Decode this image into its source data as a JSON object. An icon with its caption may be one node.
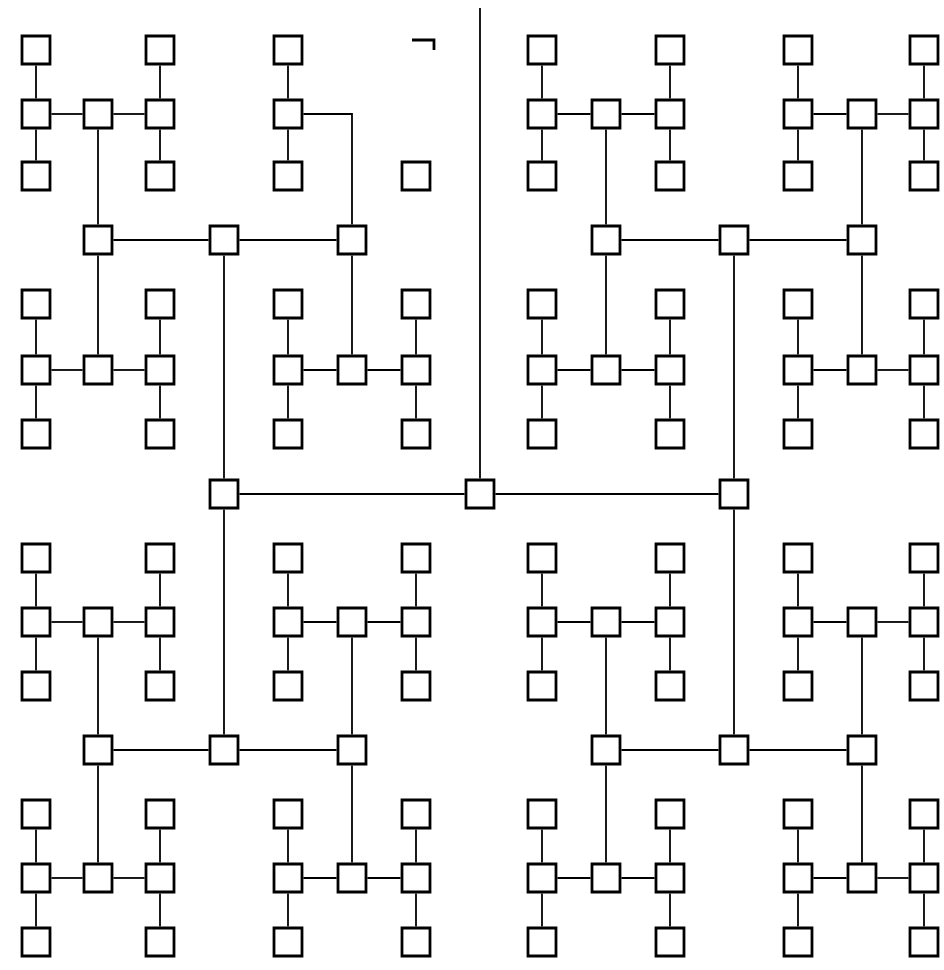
{
  "diagram": {
    "nodes": [
      {
        "text": [],
        "shape": "box"
      },
      {
        "text": [],
        "shape": "box"
      },
      {
        "text": [],
        "shape": "box"
      },
      {
        "text": [],
        "shape": "box"
      },
      {
        "text": [],
        "shape": "box"
      },
      {
        "text": [],
        "shape": "box"
      },
      {
        "text": [],
        "shape": "box"
      },
      {
        "text": [],
        "shape": "box"
      },
      {
        "text": [],
        "shape": "box"
      },
      {
        "text": [],
        "shape": "box"
      },
      {
        "text": [],
        "shape": "box"
      },
      {
        "text": [],
        "shape": "box"
      },
      {
        "text": [],
        "shape": "box"
      },
      {
        "text": [],
        "shape": "box"
      },
      {
        "text": [],
        "shape": "box"
      },
      {
        "text": [],
        "shape": "box"
      },
      {
        "text": [],
        "shape": "box"
      },
      {
        "text": [],
        "shape": "box"
      },
      {
        "text": [],
        "shape": "box"
      },
      {
        "text": [],
        "shape": "box"
      },
      {
        "text": [],
        "shape": "box"
      },
      {
        "text": [],
        "shape": "box"
      },
      {
        "text": [],
        "shape": "box"
      },
      {
        "text": [],
        "shape": "box"
      },
      {
        "text": [],
        "shape": "box"
      },
      {
        "text": [],
        "shape": "box"
      },
      {
        "text": [],
        "shape": "box"
      },
      {
        "text": [],
        "shape": "box"
      },
      {
        "text": [],
        "shape": "box"
      },
      {
        "text": [],
        "shape": "box"
      },
      {
        "text": [],
        "shape": "box"
      },
      {
        "text": [],
        "shape": "box"
      },
      {
        "text": [],
        "shape": "box"
      },
      {
        "text": [],
        "shape": "box"
      },
      {
        "text": [],
        "shape": "box"
      },
      {
        "text": [],
        "shape": "box"
      },
      {
        "text": [],
        "shape": "box"
      },
      {
        "text": [],
        "shape": "box"
      },
      {
        "text": [],
        "shape": "box"
      },
      {
        "text": [],
        "shape": "box"
      },
      {
        "text": [],
        "shape": "box"
      },
      {
        "text": [],
        "shape": "box"
      },
      {
        "text": [],
        "shape": "box"
      },
      {
        "text": [],
        "shape": "box"
      },
      {
        "text": [],
        "shape": "box"
      },
      {
        "text": [],
        "shape": "box"
      },
      {
        "text": [],
        "shape": "box"
      },
      {
        "text": [],
        "shape": "box"
      },
      {
        "text": [],
        "shape": "box"
      },
      {
        "text": [],
        "shape": "box"
      },
      {
        "text": [],
        "shape": "box"
      },
      {
        "text": [],
        "shape": "box"
      },
      {
        "text": [],
        "shape": "box"
      },
      {
        "text": [],
        "shape": "box"
      },
      {
        "text": [],
        "shape": "box"
      },
      {
        "text": [],
        "shape": "box"
      },
      {
        "text": [],
        "shape": "box"
      },
      {
        "text": [],
        "shape": "box"
      },
      {
        "text": [],
        "shape": "box"
      },
      {
        "text": [],
        "shape": "box"
      },
      {
        "text": [],
        "shape": "box"
      },
      {
        "text": [],
        "shape": "box"
      },
      {
        "text": [],
        "shape": "box"
      },
      {
        "text": [],
        "shape": "box"
      },
      {
        "text": [],
        "shape": "box"
      },
      {
        "text": [],
        "shape": "box"
      },
      {
        "text": [],
        "shape": "box"
      },
      {
        "text": [],
        "shape": "box"
      },
      {
        "text": [],
        "shape": "box"
      },
      {
        "text": [],
        "shape": "box"
      },
      {
        "text": [],
        "shape": "box"
      },
      {
        "text": [],
        "shape": "box"
      },
      {
        "text": [],
        "shape": "box"
      },
      {
        "text": [],
        "shape": "box"
      },
      {
        "text": [],
        "shape": "box"
      },
      {
        "text": [],
        "shape": "box"
      },
      {
        "text": [],
        "shape": "box"
      },
      {
        "text": [],
        "shape": "box"
      },
      {
        "text": [],
        "shape": "box"
      },
      {
        "text": [],
        "shape": "box"
      },
      {
        "text": [],
        "shape": "box"
      },
      {
        "text": [],
        "shape": "box"
      },
      {
        "text": [],
        "shape": "box"
      },
      {
        "text": [],
        "shape": "box"
      },
      {
        "text": [],
        "shape": "box"
      },
      {
        "text": [],
        "shape": "box"
      },
      {
        "text": [],
        "shape": "box"
      },
      {
        "text": [],
        "shape": "box"
      },
      {
        "text": [],
        "shape": "box"
      },
      {
        "text": [],
        "shape": "box"
      },
      {
        "text": [],
        "shape": "box"
      },
      {
        "text": [],
        "shape": "box"
      },
      {
        "text": [],
        "shape": "box"
      },
      {
        "text": [],
        "shape": "box"
      },
      {
        "text": [],
        "shape": "box"
      },
      {
        "text": [],
        "shape": "box"
      },
      {
        "text": [],
        "shape": "box"
      },
      {
        "text": [],
        "shape": "box"
      },
      {
        "text": [],
        "shape": "box"
      },
      {
        "text": [],
        "shape": "box"
      },
      {
        "text": [],
        "shape": "box"
      },
      {
        "text": [],
        "shape": "box"
      },
      {
        "text": [],
        "shape": "box"
      },
      {
        "text": [],
        "shape": "box"
      },
      {
        "text": [],
        "shape": "box"
      },
      {
        "text": [],
        "shape": "box"
      },
      {
        "text": [],
        "shape": "box"
      },
      {
        "text": [],
        "shape": "box"
      },
      {
        "text": [],
        "shape": "box"
      },
      {
        "text": [],
        "shape": "box"
      },
      {
        "text": [],
        "shape": "box"
      },
      {
        "text": [],
        "shape": "box"
      },
      {
        "text": [],
        "shape": "box"
      },
      {
        "text": [],
        "shape": "box"
      },
      {
        "text": [],
        "shape": "box"
      },
      {
        "text": [],
        "shape": "box"
      },
      {
        "text": [],
        "shape": "box"
      },
      {
        "text": [],
        "shape": "box"
      },
      {
        "text": [],
        "shape": "box"
      },
      {
        "text": [],
        "shape": "box"
      },
      {
        "text": [],
        "shape": "box"
      },
      {
        "text": [],
        "shape": "box"
      },
      {
        "text": [],
        "shape": "box"
      },
      {
        "text": [],
        "shape": "box"
      }
    ],
    "edges": [
      {
        "from": 60,
        "to": 59,
        "arrow": "none"
      },
      {
        "from": 60,
        "to": 61,
        "arrow": "none"
      },
      {
        "from": 60,
        "to": null,
        "arrow": "none"
      },
      {
        "from": 59,
        "to": 26,
        "arrow": "none"
      },
      {
        "from": 59,
        "to": 91,
        "arrow": "none"
      },
      {
        "from": 61,
        "to": 29,
        "arrow": "none"
      },
      {
        "from": 61,
        "to": 94,
        "arrow": "none"
      },
      {
        "from": 26,
        "to": 25,
        "arrow": "none"
      },
      {
        "from": 26,
        "to": 27,
        "arrow": "none"
      },
      {
        "from": 29,
        "to": 28,
        "arrow": "none"
      },
      {
        "from": 29,
        "to": 30,
        "arrow": "none"
      },
      {
        "from": 91,
        "to": 90,
        "arrow": "none"
      },
      {
        "from": 91,
        "to": 92,
        "arrow": "none"
      },
      {
        "from": 94,
        "to": 93,
        "arrow": "none"
      },
      {
        "from": 94,
        "to": 95,
        "arrow": "none"
      },
      {
        "from": 25,
        "to": 8,
        "arrow": "none"
      },
      {
        "from": 25,
        "to": 40,
        "arrow": "none"
      },
      {
        "from": 27,
        "to": 10,
        "arrow": "none"
      },
      {
        "from": 27,
        "to": 43,
        "arrow": "none"
      },
      {
        "from": 28,
        "to": 12,
        "arrow": "none"
      },
      {
        "from": 28,
        "to": 46,
        "arrow": "none"
      },
      {
        "from": 30,
        "to": 15,
        "arrow": "none"
      },
      {
        "from": 30,
        "to": 49,
        "arrow": "none"
      },
      {
        "from": 90,
        "to": 71,
        "arrow": "none"
      },
      {
        "from": 90,
        "to": 105,
        "arrow": "none"
      },
      {
        "from": 92,
        "to": 74,
        "arrow": "none"
      },
      {
        "from": 92,
        "to": 108,
        "arrow": "none"
      },
      {
        "from": 93,
        "to": 77,
        "arrow": "none"
      },
      {
        "from": 93,
        "to": 111,
        "arrow": "none"
      },
      {
        "from": 95,
        "to": 80,
        "arrow": "none"
      },
      {
        "from": 95,
        "to": 114,
        "arrow": "none"
      },
      {
        "from": 8,
        "to": 7,
        "arrow": "none"
      },
      {
        "from": 8,
        "to": 9,
        "arrow": "none"
      },
      {
        "from": 7,
        "to": 0,
        "arrow": "none"
      },
      {
        "from": 7,
        "to": 17,
        "arrow": "none"
      },
      {
        "from": 9,
        "to": 1,
        "arrow": "none"
      },
      {
        "from": 9,
        "to": 18,
        "arrow": "none"
      },
      {
        "from": 10,
        "to": 2,
        "arrow": "none"
      },
      {
        "from": 10,
        "to": 19,
        "arrow": "none"
      },
      {
        "from": 12,
        "to": 11,
        "arrow": "none"
      },
      {
        "from": 12,
        "to": 13,
        "arrow": "none"
      },
      {
        "from": 11,
        "to": 3,
        "arrow": "none"
      },
      {
        "from": 11,
        "to": 21,
        "arrow": "none"
      },
      {
        "from": 13,
        "to": 4,
        "arrow": "none"
      },
      {
        "from": 13,
        "to": 22,
        "arrow": "none"
      },
      {
        "from": 15,
        "to": 14,
        "arrow": "none"
      },
      {
        "from": 15,
        "to": 16,
        "arrow": "none"
      },
      {
        "from": 14,
        "to": 5,
        "arrow": "none"
      },
      {
        "from": 14,
        "to": 23,
        "arrow": "none"
      },
      {
        "from": 16,
        "to": 6,
        "arrow": "none"
      },
      {
        "from": 16,
        "to": 24,
        "arrow": "none"
      },
      {
        "from": 40,
        "to": 39,
        "arrow": "none"
      },
      {
        "from": 40,
        "to": 41,
        "arrow": "none"
      },
      {
        "from": 39,
        "to": 31,
        "arrow": "none"
      },
      {
        "from": 39,
        "to": 51,
        "arrow": "none"
      },
      {
        "from": 41,
        "to": 32,
        "arrow": "none"
      },
      {
        "from": 41,
        "to": 52,
        "arrow": "none"
      },
      {
        "from": 43,
        "to": 42,
        "arrow": "none"
      },
      {
        "from": 43,
        "to": 44,
        "arrow": "none"
      },
      {
        "from": 42,
        "to": 33,
        "arrow": "none"
      },
      {
        "from": 42,
        "to": 53,
        "arrow": "none"
      },
      {
        "from": 44,
        "to": 34,
        "arrow": "none"
      },
      {
        "from": 44,
        "to": 54,
        "arrow": "none"
      },
      {
        "from": 46,
        "to": 45,
        "arrow": "none"
      },
      {
        "from": 46,
        "to": 47,
        "arrow": "none"
      },
      {
        "from": 45,
        "to": 35,
        "arrow": "none"
      },
      {
        "from": 45,
        "to": 55,
        "arrow": "none"
      },
      {
        "from": 47,
        "to": 36,
        "arrow": "none"
      },
      {
        "from": 47,
        "to": 56,
        "arrow": "none"
      },
      {
        "from": 49,
        "to": 48,
        "arrow": "none"
      },
      {
        "from": 49,
        "to": 50,
        "arrow": "none"
      },
      {
        "from": 48,
        "to": 37,
        "arrow": "none"
      },
      {
        "from": 48,
        "to": 57,
        "arrow": "none"
      },
      {
        "from": 50,
        "to": 38,
        "arrow": "none"
      },
      {
        "from": 50,
        "to": 58,
        "arrow": "none"
      },
      {
        "from": 71,
        "to": 70,
        "arrow": "none"
      },
      {
        "from": 71,
        "to": 72,
        "arrow": "none"
      },
      {
        "from": 70,
        "to": 62,
        "arrow": "none"
      },
      {
        "from": 70,
        "to": 82,
        "arrow": "none"
      },
      {
        "from": 72,
        "to": 63,
        "arrow": "none"
      },
      {
        "from": 72,
        "to": 83,
        "arrow": "none"
      },
      {
        "from": 74,
        "to": 73,
        "arrow": "none"
      },
      {
        "from": 74,
        "to": 75,
        "arrow": "none"
      },
      {
        "from": 73,
        "to": 64,
        "arrow": "none"
      },
      {
        "from": 73,
        "to": 84,
        "arrow": "none"
      },
      {
        "from": 75,
        "to": 65,
        "arrow": "none"
      },
      {
        "from": 75,
        "to": 85,
        "arrow": "none"
      },
      {
        "from": 77,
        "to": 76,
        "arrow": "none"
      },
      {
        "from": 77,
        "to": 78,
        "arrow": "none"
      },
      {
        "from": 76,
        "to": 66,
        "arrow": "none"
      },
      {
        "from": 76,
        "to": 86,
        "arrow": "none"
      },
      {
        "from": 78,
        "to": 67,
        "arrow": "none"
      },
      {
        "from": 78,
        "to": 87,
        "arrow": "none"
      },
      {
        "from": 80,
        "to": 79,
        "arrow": "none"
      },
      {
        "from": 80,
        "to": 81,
        "arrow": "none"
      },
      {
        "from": 79,
        "to": 68,
        "arrow": "none"
      },
      {
        "from": 79,
        "to": 88,
        "arrow": "none"
      },
      {
        "from": 81,
        "to": 69,
        "arrow": "none"
      },
      {
        "from": 81,
        "to": 89,
        "arrow": "none"
      },
      {
        "from": 105,
        "to": 104,
        "arrow": "none"
      },
      {
        "from": 105,
        "to": 106,
        "arrow": "none"
      },
      {
        "from": 104,
        "to": 96,
        "arrow": "none"
      },
      {
        "from": 104,
        "to": 116,
        "arrow": "none"
      },
      {
        "from": 106,
        "to": 97,
        "arrow": "none"
      },
      {
        "from": 106,
        "to": 117,
        "arrow": "none"
      },
      {
        "from": 108,
        "to": 107,
        "arrow": "none"
      },
      {
        "from": 108,
        "to": 109,
        "arrow": "none"
      },
      {
        "from": 107,
        "to": 98,
        "arrow": "none"
      },
      {
        "from": 107,
        "to": 118,
        "arrow": "none"
      },
      {
        "from": 109,
        "to": 99,
        "arrow": "none"
      },
      {
        "from": 109,
        "to": 119,
        "arrow": "none"
      },
      {
        "from": 111,
        "to": 110,
        "arrow": "none"
      },
      {
        "from": 111,
        "to": 112,
        "arrow": "none"
      },
      {
        "from": 110,
        "to": 100,
        "arrow": "none"
      },
      {
        "from": 110,
        "to": 120,
        "arrow": "none"
      },
      {
        "from": 112,
        "to": 101,
        "arrow": "none"
      },
      {
        "from": 112,
        "to": 121,
        "arrow": "none"
      },
      {
        "from": 114,
        "to": 113,
        "arrow": "none"
      },
      {
        "from": 114,
        "to": 115,
        "arrow": "none"
      },
      {
        "from": 113,
        "to": 102,
        "arrow": "none"
      },
      {
        "from": 113,
        "to": 122,
        "arrow": "none"
      },
      {
        "from": 115,
        "to": 103,
        "arrow": "none"
      },
      {
        "from": 115,
        "to": 123,
        "arrow": "none"
      }
    ]
  }
}
